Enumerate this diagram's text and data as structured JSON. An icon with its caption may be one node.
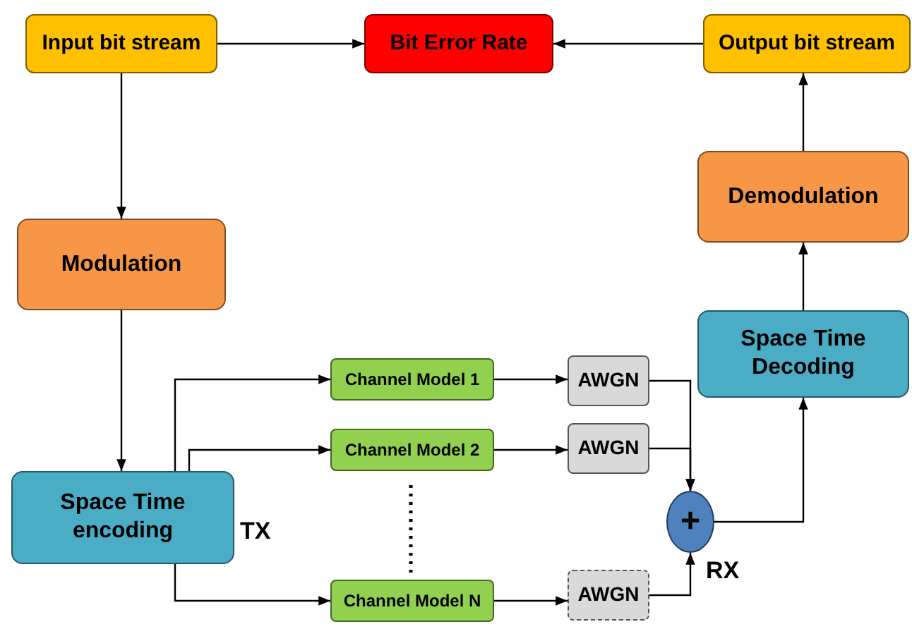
{
  "diagram": {
    "nodes": [
      {
        "text": [
          "Input bit stream"
        ]
      },
      {
        "text": [
          "Bit Error Rate"
        ]
      },
      {
        "text": [
          "Output bit stream"
        ]
      },
      {
        "text": [
          "Modulation"
        ]
      },
      {
        "text": [
          "Demodulation"
        ]
      },
      {
        "text": [
          "Space Time encoding"
        ],
        "beside": [
          "TX"
        ]
      },
      {
        "text": [
          "Space Time Decoding"
        ]
      },
      {
        "text": [
          "Channel Model 1"
        ]
      },
      {
        "text": [
          "Channel Model 2"
        ]
      },
      {
        "text": [
          "Channel Model N"
        ]
      },
      {
        "text": [
          "AWGN"
        ]
      },
      {
        "text": [
          "AWGN"
        ]
      },
      {
        "text": [
          "AWGN"
        ]
      },
      {
        "text": [
          "+"
        ],
        "beside": [
          "RX"
        ]
      }
    ],
    "edges": [
      {
        "from": 0,
        "to": 1,
        "arrow": "to"
      },
      {
        "from": 2,
        "to": 1,
        "arrow": "to"
      },
      {
        "from": 0,
        "to": 3,
        "arrow": "to"
      },
      {
        "from": 3,
        "to": 5,
        "arrow": "to"
      },
      {
        "from": 5,
        "to": 7,
        "arrow": "to"
      },
      {
        "from": 5,
        "to": 8,
        "arrow": "to"
      },
      {
        "from": 5,
        "to": 9,
        "arrow": "to"
      },
      {
        "from": 7,
        "to": 10,
        "arrow": "to"
      },
      {
        "from": 8,
        "to": 11,
        "arrow": "to"
      },
      {
        "from": 9,
        "to": 12,
        "arrow": "to"
      },
      {
        "from": 10,
        "to": 13,
        "arrow": "to"
      },
      {
        "from": 11,
        "to": 13,
        "arrow": "to"
      },
      {
        "from": 12,
        "to": 13,
        "arrow": "to"
      },
      {
        "from": 13,
        "to": 6,
        "arrow": "to"
      },
      {
        "from": 6,
        "to": 4,
        "arrow": "to"
      },
      {
        "from": 4,
        "to": 2,
        "arrow": "to"
      }
    ]
  }
}
